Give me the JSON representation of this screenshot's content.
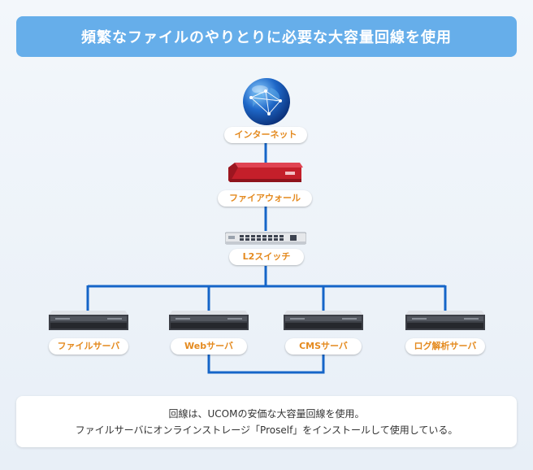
{
  "title": "頻繁なファイルのやりとりに必要な大容量回線を使用",
  "nodes": {
    "internet": "インターネット",
    "firewall": "ファイアウォール",
    "switch": "L2スイッチ",
    "file_server": "ファイルサーバ",
    "web_server": "Webサーバ",
    "cms_server": "CMSサーバ",
    "log_server": "ログ解析サーバ"
  },
  "note": {
    "line1": "回線は、UCOMの安価な大容量回線を使用。",
    "line2": "ファイルサーバにオンラインストレージ「Proself」をインストールして使用している。"
  },
  "colors": {
    "title_bg": "#66aeea",
    "link": "#1565c8",
    "label_text": "#e48a1f",
    "firewall": "#c41f2a"
  },
  "icons": [
    "globe-icon",
    "firewall-icon",
    "switch-icon",
    "server-icon"
  ]
}
